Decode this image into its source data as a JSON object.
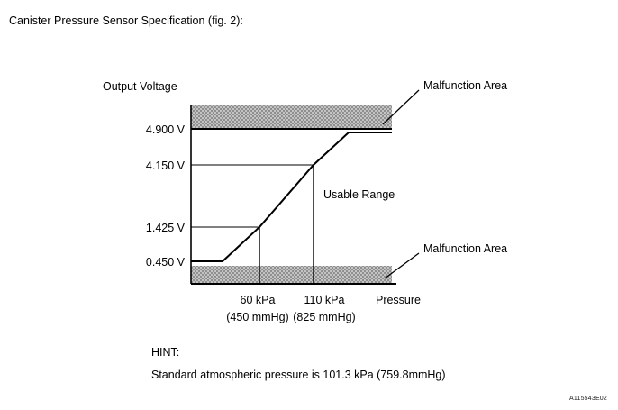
{
  "document": {
    "title": "Canister Pressure Sensor Specification (fig. 2):",
    "reference_code": "A115543E02"
  },
  "chart_data": {
    "type": "line",
    "title": "Canister Pressure Sensor Specification (fig. 2)",
    "xlabel": "Pressure",
    "ylabel": "Output Voltage",
    "grid": false,
    "legend": "none",
    "xlim": [
      0,
      150
    ],
    "ylim": [
      0,
      5.35
    ],
    "x_unit": "kPa",
    "y_unit": "V",
    "x_ticks": [
      {
        "value": 60,
        "label": "60 kPa",
        "sublabel": "(450 mmHg)"
      },
      {
        "value": 110,
        "label": "110 kPa",
        "sublabel": "(825 mmHg)"
      }
    ],
    "y_ticks": [
      {
        "value": 4.9,
        "label": "4.900 V"
      },
      {
        "value": 4.15,
        "label": "4.150 V"
      },
      {
        "value": 1.425,
        "label": "1.425 V"
      },
      {
        "value": 0.45,
        "label": "0.450 V"
      }
    ],
    "series": [
      {
        "name": "Sensor output characteristic",
        "points": [
          {
            "x": 0,
            "y": 0.45
          },
          {
            "x": 18,
            "y": 0.45
          },
          {
            "x": 60,
            "y": 1.425
          },
          {
            "x": 110,
            "y": 4.15
          },
          {
            "x": 131,
            "y": 4.8
          },
          {
            "x": 155,
            "y": 4.8
          }
        ]
      }
    ],
    "bands": [
      {
        "name": "upper-malfunction-band",
        "y_from": 4.9,
        "y_to": 5.35,
        "label": "Malfunction Area",
        "fill": "#b3b3b3"
      },
      {
        "name": "lower-malfunction-band",
        "y_from": 0.0,
        "y_to": 0.31,
        "label": "Malfunction Area",
        "fill": "#b3b3b3"
      }
    ],
    "annotations": [
      {
        "name": "usable-range",
        "text": "Usable Range",
        "x": 118,
        "y": 2.9
      },
      {
        "name": "upper-malfunction-callout",
        "text": "Malfunction Area"
      },
      {
        "name": "lower-malfunction-callout",
        "text": "Malfunction Area"
      }
    ]
  },
  "chart_labels": {
    "y_axis_title": "Output Voltage",
    "x_axis_title": "Pressure",
    "y_tick_1": "4.900 V",
    "y_tick_2": "4.150 V",
    "y_tick_3": "1.425 V",
    "y_tick_4": "0.450 V",
    "x_tick_1_main": "60 kPa",
    "x_tick_1_sub": "(450 mmHg)",
    "x_tick_2_main": "110 kPa",
    "x_tick_2_sub": "(825 mmHg)",
    "usable_range": "Usable Range",
    "malfunction_upper": "Malfunction Area",
    "malfunction_lower": "Malfunction Area"
  },
  "hint": {
    "heading": "HINT:",
    "body": "Standard atmospheric pressure is 101.3 kPa (759.8mmHg)"
  },
  "colors": {
    "band_fill": "#b3b3b3",
    "line": "#000000",
    "text": "#000000",
    "background": "#ffffff"
  }
}
